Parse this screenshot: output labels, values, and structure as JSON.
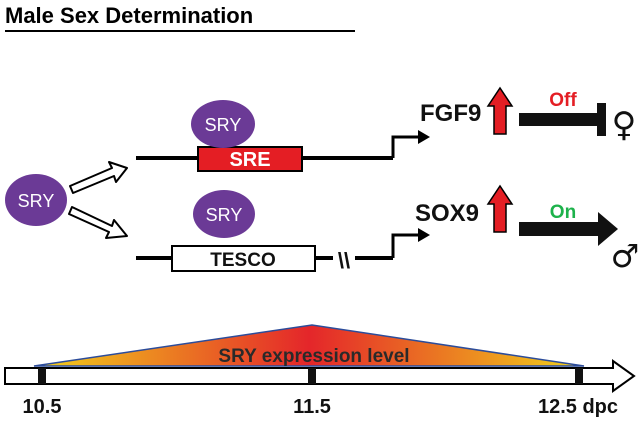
{
  "title": "Male Sex Determination",
  "protein": "SRY",
  "elements": {
    "sre": "SRE",
    "tesco": "TESCO",
    "break_mark": "\\\\"
  },
  "genes": {
    "fgf9": {
      "name": "FGF9",
      "state": "Off",
      "state_color": "#e41e24",
      "symbol": "♀"
    },
    "sox9": {
      "name": "SOX9",
      "state": "On",
      "state_color": "#1db24b",
      "symbol": "♂"
    }
  },
  "expression": {
    "label": "SRY expression level",
    "peak_dpc": 11.5
  },
  "timeline": {
    "ticks": [
      "10.5",
      "11.5",
      "12.5 dpc"
    ]
  },
  "colors": {
    "sry_purple": "#6b3a96",
    "sre_red": "#e41e24",
    "up_arrow_red": "#e41e24",
    "gradient_center": "#e4262a",
    "gradient_edge": "#f2d21a",
    "outline_blue": "#2c4c9a"
  }
}
